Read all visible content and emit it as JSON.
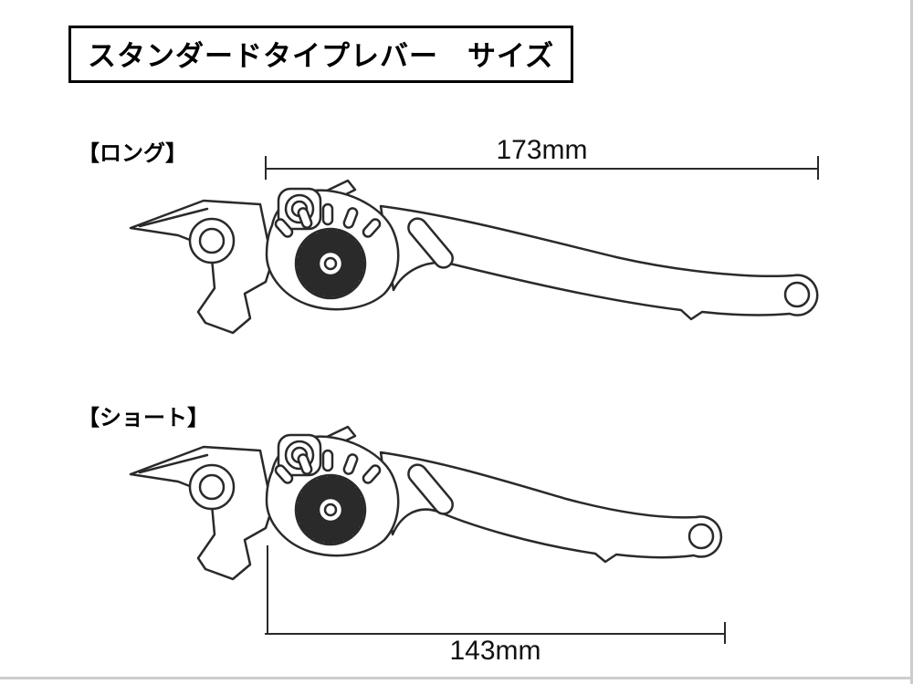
{
  "title": "スタンダードタイプレバー　サイズ",
  "figures": {
    "long": {
      "label": "【ロング】",
      "dimension": "173mm"
    },
    "short": {
      "label": "【ショート】",
      "dimension": "143mm"
    }
  }
}
